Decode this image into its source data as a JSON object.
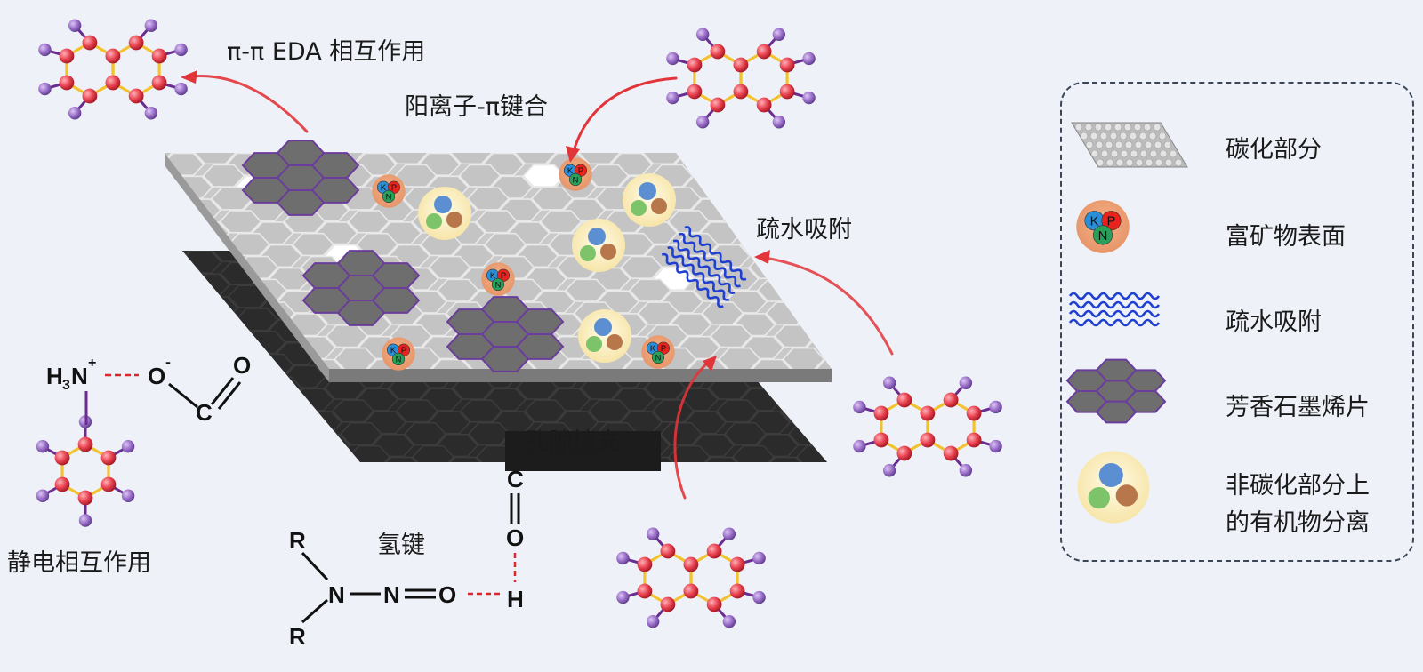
{
  "labels": {
    "pi_pi_eda": "π-π EDA 相互作用",
    "cation_pi": "阳离子-π键合",
    "hydrophobic": "疏水吸附",
    "pore_filling": "孔隙填充",
    "hydrogen_bond": "氢键",
    "electrostatic": "静电相互作用"
  },
  "chem": {
    "ammonium_H": "H",
    "ammonium_sub": "3",
    "ammonium_N": "N",
    "ammonium_charge": "+",
    "carboxyl_O": "O",
    "carboxyl_charge": "-",
    "carboxyl_O2": "O",
    "carboxyl_C": "C",
    "carbonyl_C": "C",
    "carbonyl_O": "O",
    "hydroxyl_H": "H",
    "amine_R1": "R",
    "amine_R2": "R",
    "amine_N": "N",
    "nitroso_N": "N",
    "nitroso_O": "O"
  },
  "mineral_letters": {
    "k": "K",
    "p": "P",
    "n": "N"
  },
  "legend": {
    "items": [
      {
        "label": "碳化部分"
      },
      {
        "label": "富矿物表面"
      },
      {
        "label": "疏水吸附"
      },
      {
        "label": "芳香石墨烯片"
      },
      {
        "label_line1": "非碳化部分上",
        "label_line2": "的有机物分离"
      }
    ]
  },
  "colors": {
    "background": "#eef2f8",
    "top_hex": "#c9c9c9",
    "top_hex_stroke": "#ffffff",
    "bottom_layer": "#2b2b2b",
    "aromatic_sheet": "#6e6e6e",
    "aromatic_stroke": "#6a3d9a",
    "node_red": "#e8414f",
    "node_purple": "#9b6fc9",
    "bond_gold": "#f2c230",
    "arrow_red": "#e2353a",
    "water_blue": "#1f3fd0",
    "mineral_orange": "#f0a070",
    "organic_cream": "#fbf0c2",
    "k_blue": "#2b8fd8",
    "p_red": "#e8231e",
    "n_green": "#28a05a"
  }
}
